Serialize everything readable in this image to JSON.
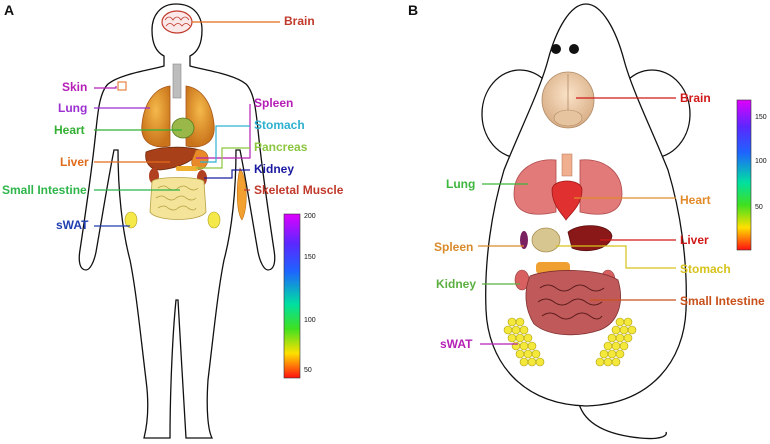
{
  "panel_a": {
    "letter": "A",
    "labels": {
      "brain": "Brain",
      "skin": "Skin",
      "lung": "Lung",
      "heart": "Heart",
      "liver": "Liver",
      "small_intestine": "Small Intestine",
      "swat": "sWAT",
      "spleen": "Spleen",
      "stomach": "Stomach",
      "pancreas": "Pancreas",
      "kidney": "Kidney",
      "skeletal_muscle": "Skeletal Muscle"
    },
    "scale_ticks": [
      "200",
      "150",
      "100",
      "50"
    ]
  },
  "panel_b": {
    "letter": "B",
    "labels": {
      "brain": "Brain",
      "lung": "Lung",
      "heart": "Heart",
      "spleen": "Spleen",
      "liver": "Liver",
      "stomach": "Stomach",
      "kidney": "Kidney",
      "small_intestine": "Small Intestine",
      "swat": "sWAT"
    },
    "scale_ticks": [
      "150",
      "100",
      "50"
    ]
  },
  "colors": {
    "brain": "#c0392b",
    "skin": "#b51fb5",
    "lung": "#9b2fd0",
    "heart": "#33b033",
    "liver": "#e06a1c",
    "small_intestine": "#2fb54a",
    "swat": "#1f3fb0",
    "spleen": "#b51fb5",
    "stomach": "#2fb0d0",
    "pancreas": "#8cc63f",
    "kidney": "#1a1aa0",
    "skeletal_muscle": "#c0392b",
    "b_lung": "#3cb63c",
    "b_heart": "#e28a2a",
    "b_spleen": "#d98a2a",
    "b_liver": "#d01818",
    "b_stomach": "#d6c21a",
    "b_kidney": "#5cb040",
    "b_small_intestine": "#c8501a",
    "b_swat": "#b51fb5",
    "b_brain": "#d01818"
  }
}
